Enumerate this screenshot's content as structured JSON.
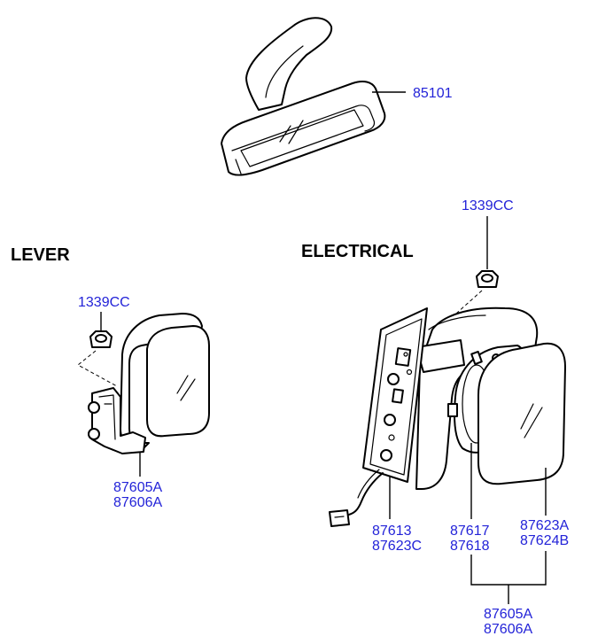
{
  "sections": {
    "lever_title": "LEVER",
    "electrical_title": "ELECTRICAL"
  },
  "parts": {
    "inside_mirror": "85101",
    "nut_electrical": "1339CC",
    "nut_lever": "1339CC",
    "lever_mirror_assy_1": "87605A",
    "lever_mirror_assy_2": "87606A",
    "actuator_1": "87613",
    "actuator_2": "87623C",
    "glass_holder_1": "87617",
    "glass_holder_2": "87618",
    "glass_1": "87623A",
    "glass_2": "87624B",
    "elec_mirror_assy_1": "87605A",
    "elec_mirror_assy_2": "87606A"
  },
  "colors": {
    "part_number": "#2323d8",
    "title": "#000000"
  }
}
